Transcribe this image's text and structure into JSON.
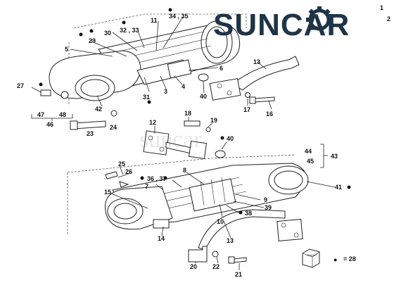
{
  "logo": {
    "text": "SUNCAR",
    "color": "#1e3448"
  },
  "watermark": {
    "text": "suncar"
  },
  "page_number": "1",
  "kit_icon": {
    "label": "SEALKIT"
  },
  "legend": {
    "symbol": "●",
    "equals": "= 28"
  },
  "callouts": {
    "c1": "1",
    "c2": "2",
    "c3": "3",
    "c4": "4",
    "c5": "5",
    "c6": "6",
    "c7": "7",
    "c8": "8",
    "c9": "9",
    "c10": "10",
    "c11": "11",
    "c12": "12",
    "c13a": "13",
    "c13b": "13",
    "c14": "14",
    "c15": "15",
    "c16": "16",
    "c17": "17",
    "c18": "18",
    "c19": "19",
    "c20": "20",
    "c21": "21",
    "c22": "22",
    "c23": "23",
    "c24": "24",
    "c25": "25",
    "c26": "26",
    "c27": "27",
    "c29": "29",
    "c30": "30",
    "c31": "31",
    "c32_33": "32 , 33",
    "c34_35": "34 , 35",
    "c36_37": "36 , 37",
    "c38": "38",
    "c39": "39",
    "c40a": "40",
    "c40b": "40",
    "c41": "41",
    "c42": "42",
    "c43": "43",
    "c44": "44",
    "c45": "45",
    "c46": "46",
    "c47": "47",
    "c48": "48"
  }
}
